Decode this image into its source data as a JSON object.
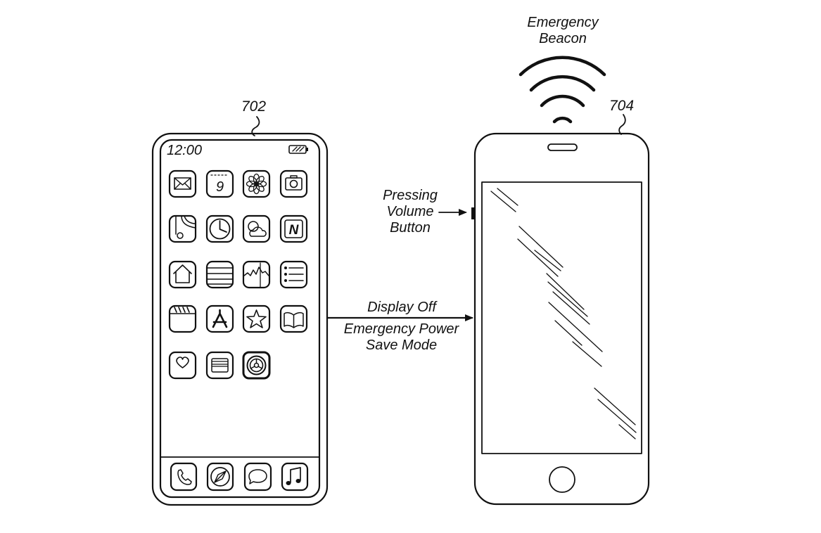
{
  "labels": {
    "ref_left": "702",
    "ref_right": "704",
    "beacon": [
      "Emergency",
      "Beacon"
    ],
    "pressing": [
      "Pressing",
      "Volume",
      "Button"
    ],
    "display_off": "Display Off",
    "power_save": [
      "Emergency Power",
      "Save Mode"
    ]
  },
  "left_phone": {
    "status_time": "12:00",
    "calendar_day": "9",
    "news_letter": "N",
    "app_grid": [
      [
        "mail-icon",
        "calendar-icon",
        "photos-icon",
        "camera-icon"
      ],
      [
        "maps-icon",
        "clock-icon",
        "weather-icon",
        "news-icon"
      ],
      [
        "home-icon",
        "notes-icon",
        "stocks-icon",
        "reminders-icon"
      ],
      [
        "videos-icon",
        "app-store-icon",
        "itunes-star-icon",
        "books-icon"
      ],
      [
        "health-icon",
        "wallet-icon",
        "settings-icon"
      ]
    ],
    "dock": [
      "phone-icon",
      "safari-icon",
      "messages-icon",
      "music-icon"
    ]
  }
}
